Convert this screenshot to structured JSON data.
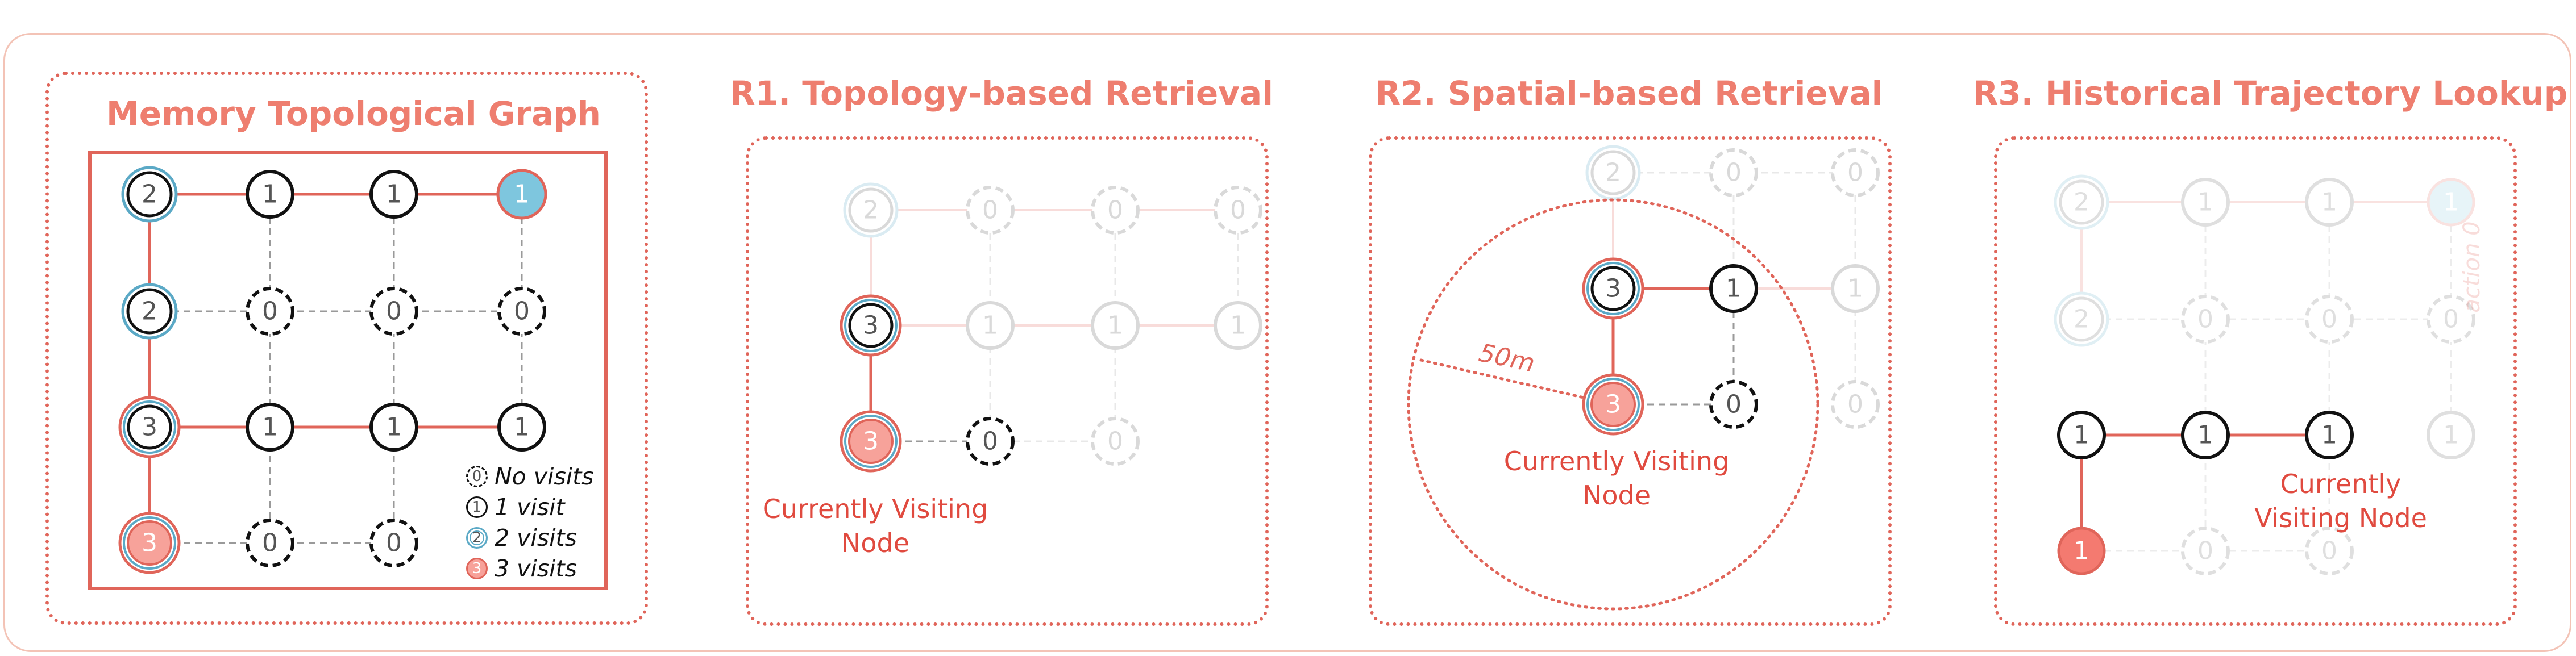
{
  "panels": {
    "memory": {
      "title": "Memory Topological Graph"
    },
    "r1": {
      "title": "R1. Topology-based Retrieval",
      "caption": [
        "Currently Visiting",
        "Node"
      ]
    },
    "r2": {
      "title": "R2. Spatial-based Retrieval",
      "caption": [
        "Currently Visiting",
        "Node"
      ],
      "radius_label": "50m"
    },
    "r3": {
      "title": "R3. Historical Trajectory Lookup",
      "caption": [
        "Currently",
        "Visiting Node"
      ],
      "faded_label": "action 0"
    }
  },
  "legend": [
    {
      "symbol": "0",
      "label": "No visits"
    },
    {
      "symbol": "1",
      "label": "1 visit"
    },
    {
      "symbol": "2",
      "label": "2 visits"
    },
    {
      "symbol": "3",
      "label": "3 visits"
    }
  ],
  "colors": {
    "accent": "#e0655a",
    "title": "#ee7e6f",
    "two_visits": "#5ba9c6",
    "current_fill": "#f7a29a",
    "blue_fill": "#7ec6de"
  },
  "graph": {
    "rows": [
      [
        "2",
        "1",
        "1",
        "1"
      ],
      [
        "2",
        "0",
        "0",
        "0"
      ],
      [
        "3",
        "1",
        "1",
        "1"
      ],
      [
        "3",
        "0",
        "0",
        ""
      ]
    ]
  }
}
